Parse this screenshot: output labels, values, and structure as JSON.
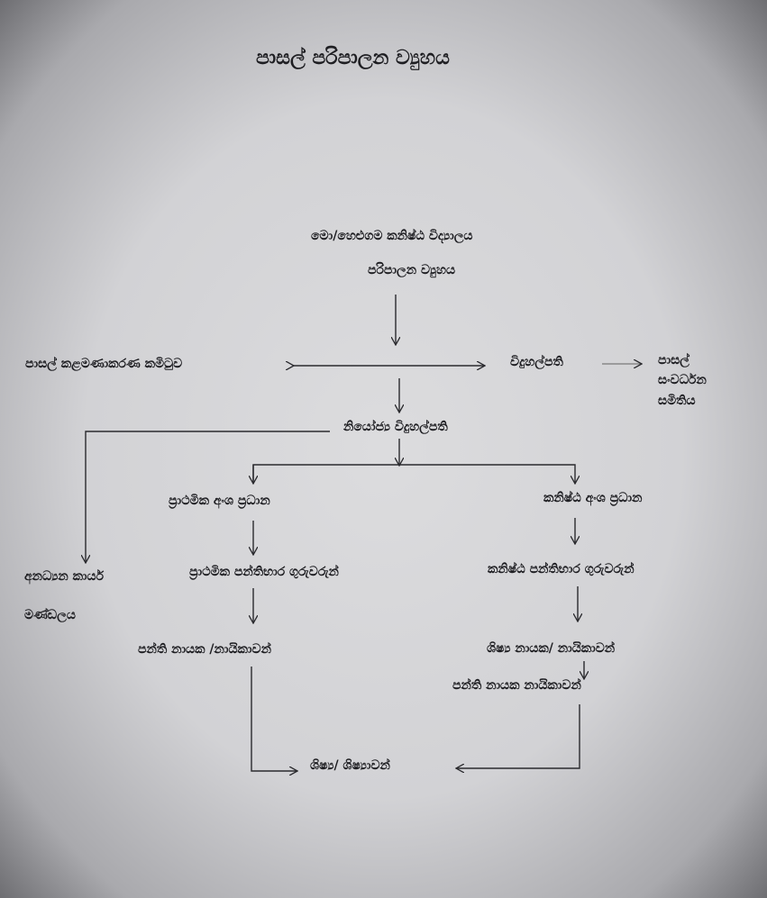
{
  "title": "පාසල් පරිපාලන ව්‍යුහය",
  "school": "මො/හෙළුගම කනිෂ්ඨ විද්‍යාලය",
  "subtitle": "පරිපාලන ව්‍යුහය",
  "nodes": {
    "management_committee": "පාසල් කළමණාකරණ කමිටුව",
    "principal": "විදුහල්පති",
    "sdc_line1": "පාසල්",
    "sdc_line2": "සංවර්ධන",
    "sdc_line3": "සමිතිය",
    "deputy_principal": "නියෝජ්‍ය විදුහල්පති",
    "primary_head": "ප්‍රාථමික අංශ ප්‍රධාන",
    "junior_head": "කනිෂ්ඨ අංශ ප්‍රධාන",
    "non_academic_line1": "අනධ්‍යන කාර්ය",
    "non_academic_line2": "මණ්ඩලය",
    "primary_class_teachers": "ප්‍රාථමික පන්තිභාර ගුරුවරුන්",
    "junior_class_teachers": "කනිෂ්ඨ පන්තිභාර ගුරුවරුන්",
    "class_leaders_primary": "පන්ති නායක /නායිකාවන්",
    "student_leaders": "ශිෂ්‍ය නායක/ නායිකාවන්",
    "class_leaders_junior": "පන්ති නායක නායිකාවන්",
    "students": "ශිෂ්‍ය/ ශිෂ්‍යාවන්"
  }
}
